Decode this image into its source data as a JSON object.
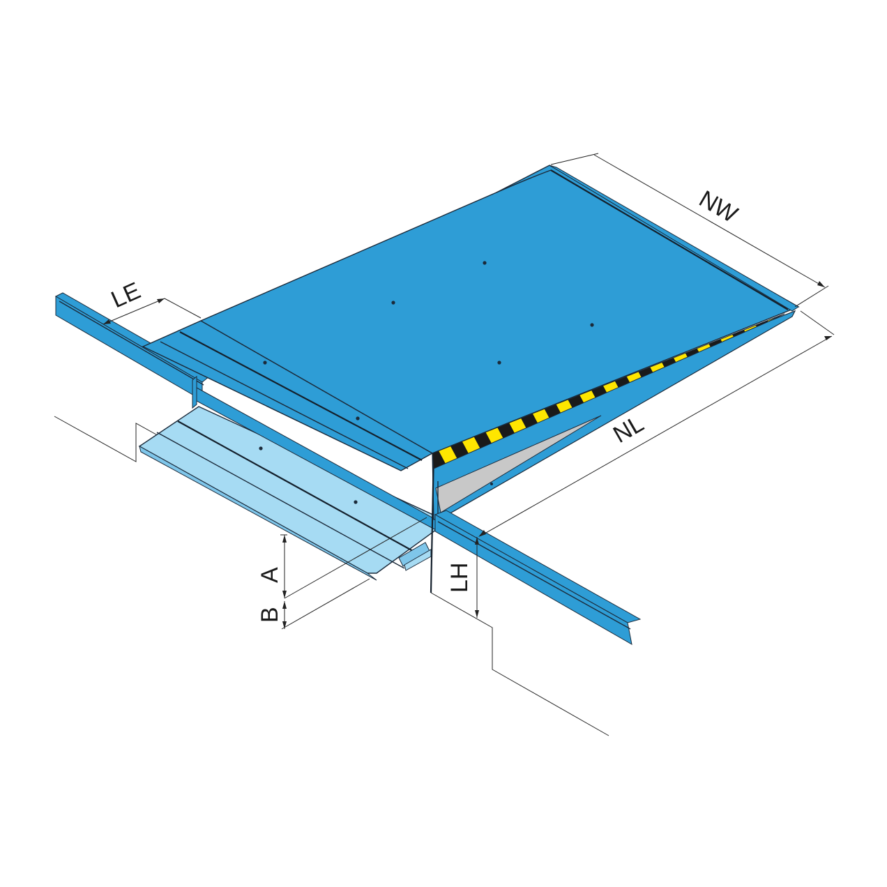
{
  "diagram": {
    "subject": "Dock leveler with telescopic lip (isometric view)",
    "colors": {
      "platform_blue": "#2e9dd6",
      "lip_light_blue": "#a6dbf3",
      "side_gray": "#c8c8c8",
      "hazard_yellow": "#ffe600",
      "hazard_black": "#1a1a1a",
      "outline": "#1b2a3a",
      "background": "#ffffff"
    },
    "labels": {
      "nw": "NW",
      "nl": "NL",
      "le": "LE",
      "lh": "LH",
      "a": "A",
      "b": "B"
    },
    "components": [
      "platform-deck",
      "telescopic-lip",
      "hazard-stripe-side-edge",
      "side-skirt",
      "front-curb-angle-left",
      "front-curb-angle-right",
      "pit-outline"
    ]
  }
}
